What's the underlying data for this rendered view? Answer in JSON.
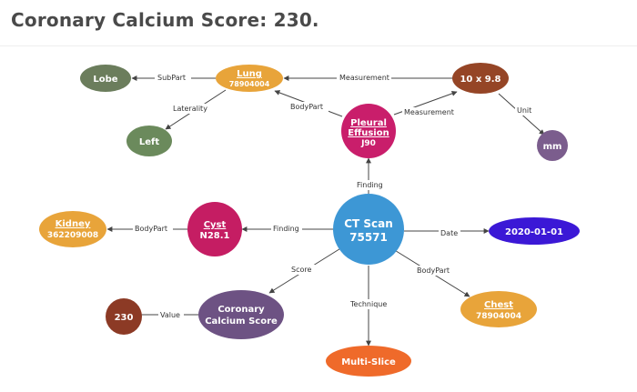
{
  "page": {
    "title": "Coronary Calcium Score: 230."
  },
  "colors": {
    "lung": "#e8a43a",
    "lobe": "#6b7d5c",
    "left": "#6b8a5c",
    "measure": "#954526",
    "mm": "#7b5d8d",
    "pleural": "#c91e6b",
    "ct": "#3d97d5",
    "cyst": "#c51d63",
    "kidney": "#e8a43a",
    "date": "#3b18d6",
    "score": "#6d5283",
    "value": "#8c3a25",
    "chest": "#e8a43a",
    "multislice": "#ef6a2a",
    "edge": "#444444"
  },
  "nodes": {
    "lung": {
      "line1": "Lung",
      "line2": "78904004"
    },
    "lobe": {
      "line1": "Lobe"
    },
    "left": {
      "line1": "Left"
    },
    "measure": {
      "line1": "10 x 9.8"
    },
    "mm": {
      "line1": "mm"
    },
    "pleural": {
      "line1": "Pleural",
      "line2": "Effusion",
      "line3": "J90"
    },
    "ct": {
      "line1": "CT Scan",
      "line2": "75571"
    },
    "cyst": {
      "line1": "Cyst",
      "line2": "N28.1"
    },
    "kidney": {
      "line1": "Kidney",
      "line2": "362209008"
    },
    "date": {
      "line1": "2020-01-01"
    },
    "score": {
      "line1": "Coronary",
      "line2": "Calcium Score"
    },
    "value": {
      "line1": "230"
    },
    "chest": {
      "line1": "Chest",
      "line2": "78904004"
    },
    "multislice": {
      "line1": "Multi-Slice"
    }
  },
  "edges": {
    "subpart": "SubPart",
    "measurement_top": "Measurement",
    "laterality": "Laterality",
    "bodypart_top": "BodyPart",
    "measurement_right": "Measurement",
    "unit": "Unit",
    "finding_up": "Finding",
    "finding_left": "Finding",
    "bodypart_left": "BodyPart",
    "date": "Date",
    "score": "Score",
    "technique": "Technique",
    "bodypart_right": "BodyPart",
    "value": "Value"
  }
}
